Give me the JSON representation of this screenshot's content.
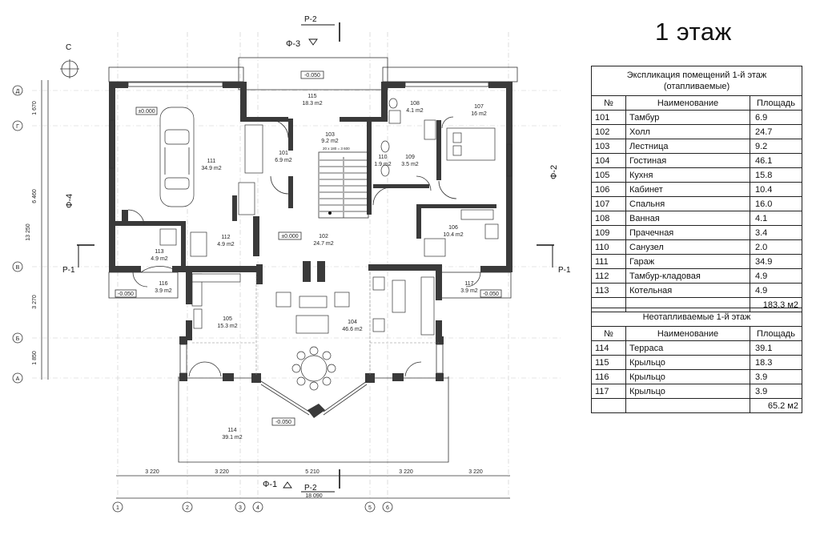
{
  "page_title": "1 этаж",
  "north_mark": "С",
  "section_marks": {
    "top_cut": "Р-2",
    "bottom_cut": "Р-2",
    "left_cut": "Р-1",
    "right_cut": "Р-1"
  },
  "facade_marks": {
    "top": "Ф-3",
    "bottom": "Ф-1",
    "left": "Ф-4",
    "right": "Ф-2"
  },
  "level_marks": [
    "±0.000",
    "-0.050",
    "±0.000",
    "-0.050",
    "-0.050",
    "-0.050"
  ],
  "axes_letters": [
    "Д",
    "Г",
    "В",
    "Б",
    "А"
  ],
  "axes_numbers": [
    "1",
    "2",
    "3",
    "4",
    "5",
    "6"
  ],
  "dimensions_left": [
    "1 670",
    "6 460",
    "13 250",
    "3 270",
    "1 850"
  ],
  "dimensions_bottom": [
    "3 220",
    "3 220",
    "5 210",
    "3 220",
    "3 220"
  ],
  "dimension_total": "18 090",
  "stair_note": "20 x 180 = 3 600",
  "rooms": [
    {
      "num": "101",
      "area": "6.9 m2"
    },
    {
      "num": "102",
      "area": "24.7 m2"
    },
    {
      "num": "103",
      "area": "9.2 m2"
    },
    {
      "num": "104",
      "area": "46.6 m2"
    },
    {
      "num": "105",
      "area": "15.3 m2"
    },
    {
      "num": "106",
      "area": "10.4 m2"
    },
    {
      "num": "107",
      "area": "16 m2"
    },
    {
      "num": "108",
      "area": "4.1 m2"
    },
    {
      "num": "109",
      "area": "3.5 m2"
    },
    {
      "num": "110",
      "area": "1.9 m2"
    },
    {
      "num": "111",
      "area": "34.9 m2"
    },
    {
      "num": "112",
      "area": "4.9 m2"
    },
    {
      "num": "113",
      "area": "4.9 m2"
    },
    {
      "num": "114",
      "area": "39.1 m2"
    },
    {
      "num": "115",
      "area": "18.3 m2"
    },
    {
      "num": "116",
      "area": "3.9 m2"
    },
    {
      "num": "117",
      "area": "3.9 m2"
    }
  ],
  "heated_table": {
    "caption": "Экспликация помещений 1-й этаж (отапливаемые)",
    "headers": [
      "№",
      "Наименование",
      "Площадь"
    ],
    "rows": [
      [
        "101",
        "Тамбур",
        "6.9"
      ],
      [
        "102",
        "Холл",
        "24.7"
      ],
      [
        "103",
        "Лестница",
        "9.2"
      ],
      [
        "104",
        "Гостиная",
        "46.1"
      ],
      [
        "105",
        "Кухня",
        "15.8"
      ],
      [
        "106",
        "Кабинет",
        "10.4"
      ],
      [
        "107",
        "Спальня",
        "16.0"
      ],
      [
        "108",
        "Ванная",
        "4.1"
      ],
      [
        "109",
        "Прачечная",
        "3.4"
      ],
      [
        "110",
        "Санузел",
        "2.0"
      ],
      [
        "111",
        "Гараж",
        "34.9"
      ],
      [
        "112",
        "Тамбур-кладовая",
        "4.9"
      ],
      [
        "113",
        "Котельная",
        "4.9"
      ]
    ],
    "total": "183.3 м2"
  },
  "unheated_table": {
    "caption": "Неотапливаемые 1-й этаж",
    "headers": [
      "№",
      "Наименование",
      "Площадь"
    ],
    "rows": [
      [
        "114",
        "Терраса",
        "39.1"
      ],
      [
        "115",
        "Крыльцо",
        "18.3"
      ],
      [
        "116",
        "Крыльцо",
        "3.9"
      ],
      [
        "117",
        "Крыльцо",
        "3.9"
      ]
    ],
    "total": "65.2 м2"
  }
}
